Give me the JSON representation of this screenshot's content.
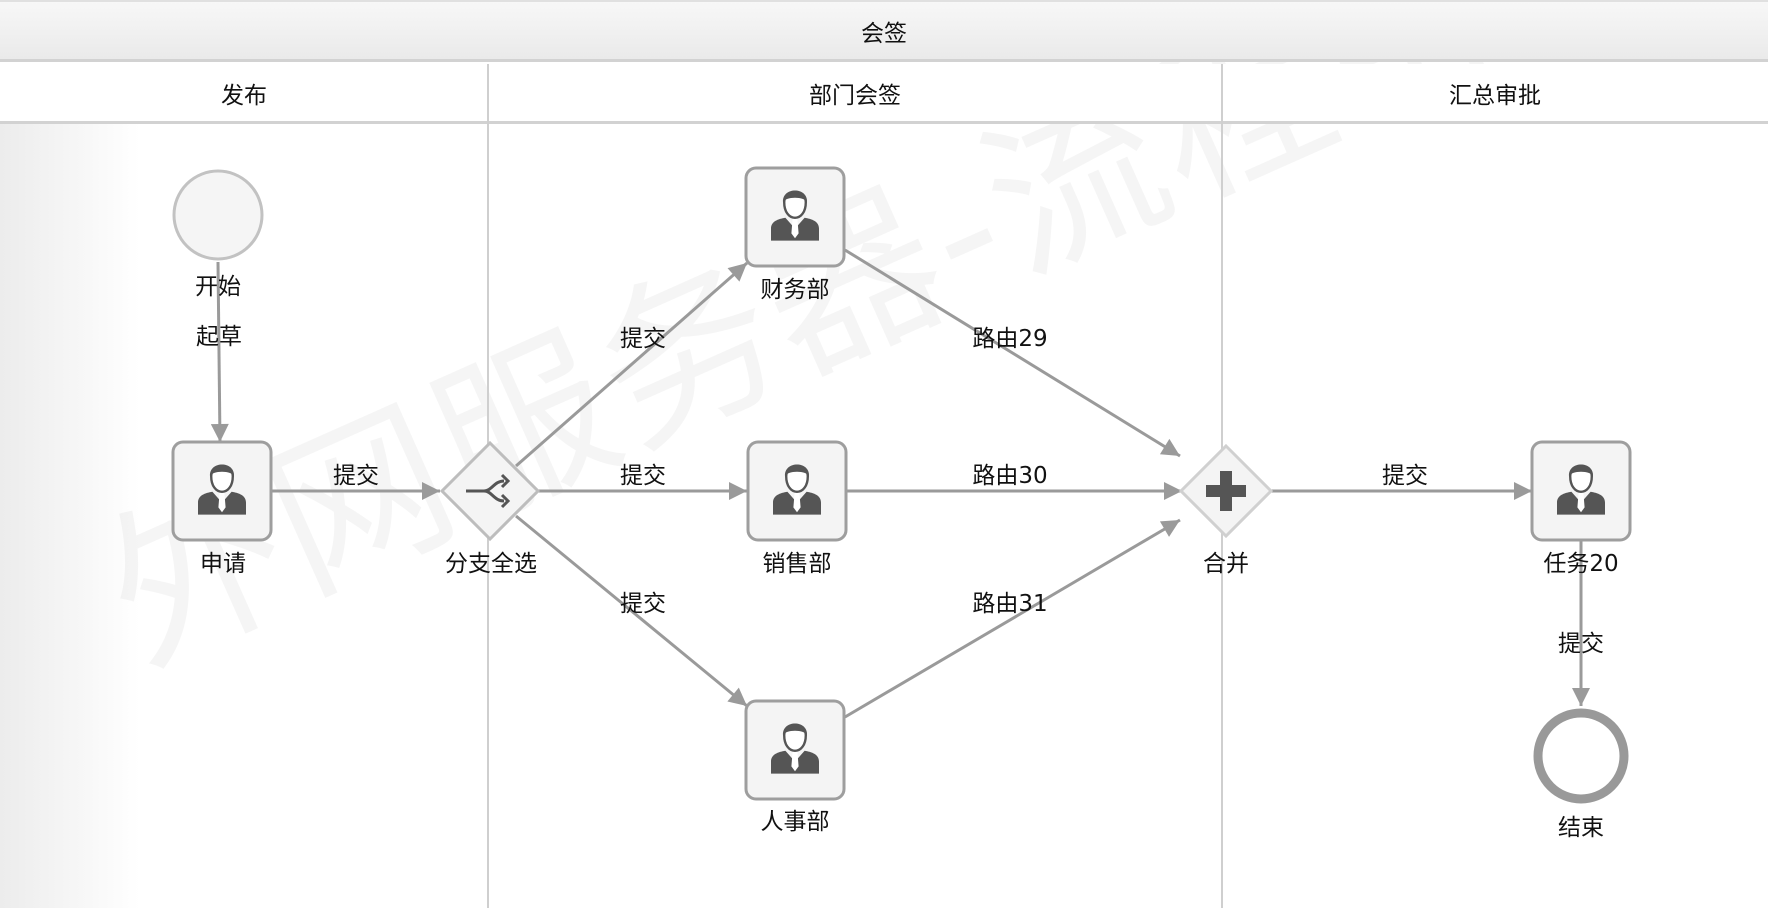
{
  "pool": {
    "title": "会签"
  },
  "lanes": [
    {
      "id": "publish",
      "title": "发布"
    },
    {
      "id": "dept",
      "title": "部门会签"
    },
    {
      "id": "summary",
      "title": "汇总审批"
    }
  ],
  "watermark": "外网服务器-流程引擎",
  "nodes": {
    "start": {
      "type": "start-event",
      "label": "开始"
    },
    "apply": {
      "type": "user-task",
      "label": "申请"
    },
    "split": {
      "type": "inclusive-gateway",
      "label": "分支全选"
    },
    "finance": {
      "type": "user-task",
      "label": "财务部"
    },
    "sales": {
      "type": "user-task",
      "label": "销售部"
    },
    "hr": {
      "type": "user-task",
      "label": "人事部"
    },
    "merge": {
      "type": "parallel-gateway",
      "label": "合并"
    },
    "task20": {
      "type": "user-task",
      "label": "任务20"
    },
    "end": {
      "type": "end-event",
      "label": "结束"
    }
  },
  "flows": {
    "draft": {
      "from": "start",
      "to": "apply",
      "label": "起草"
    },
    "submit_split": {
      "from": "apply",
      "to": "split",
      "label": "提交"
    },
    "submit_finance": {
      "from": "split",
      "to": "finance",
      "label": "提交"
    },
    "submit_sales": {
      "from": "split",
      "to": "sales",
      "label": "提交"
    },
    "submit_hr": {
      "from": "split",
      "to": "hr",
      "label": "提交"
    },
    "route29": {
      "from": "finance",
      "to": "merge",
      "label": "路由29"
    },
    "route30": {
      "from": "sales",
      "to": "merge",
      "label": "路由30"
    },
    "route31": {
      "from": "hr",
      "to": "merge",
      "label": "路由31"
    },
    "submit_task20": {
      "from": "merge",
      "to": "task20",
      "label": "提交"
    },
    "submit_end": {
      "from": "task20",
      "to": "end",
      "label": "提交"
    }
  },
  "colors": {
    "line": "#9a9a9a",
    "node_border": "#9e9e9e",
    "node_fill": "#f4f4f4",
    "icon": "#555555"
  }
}
